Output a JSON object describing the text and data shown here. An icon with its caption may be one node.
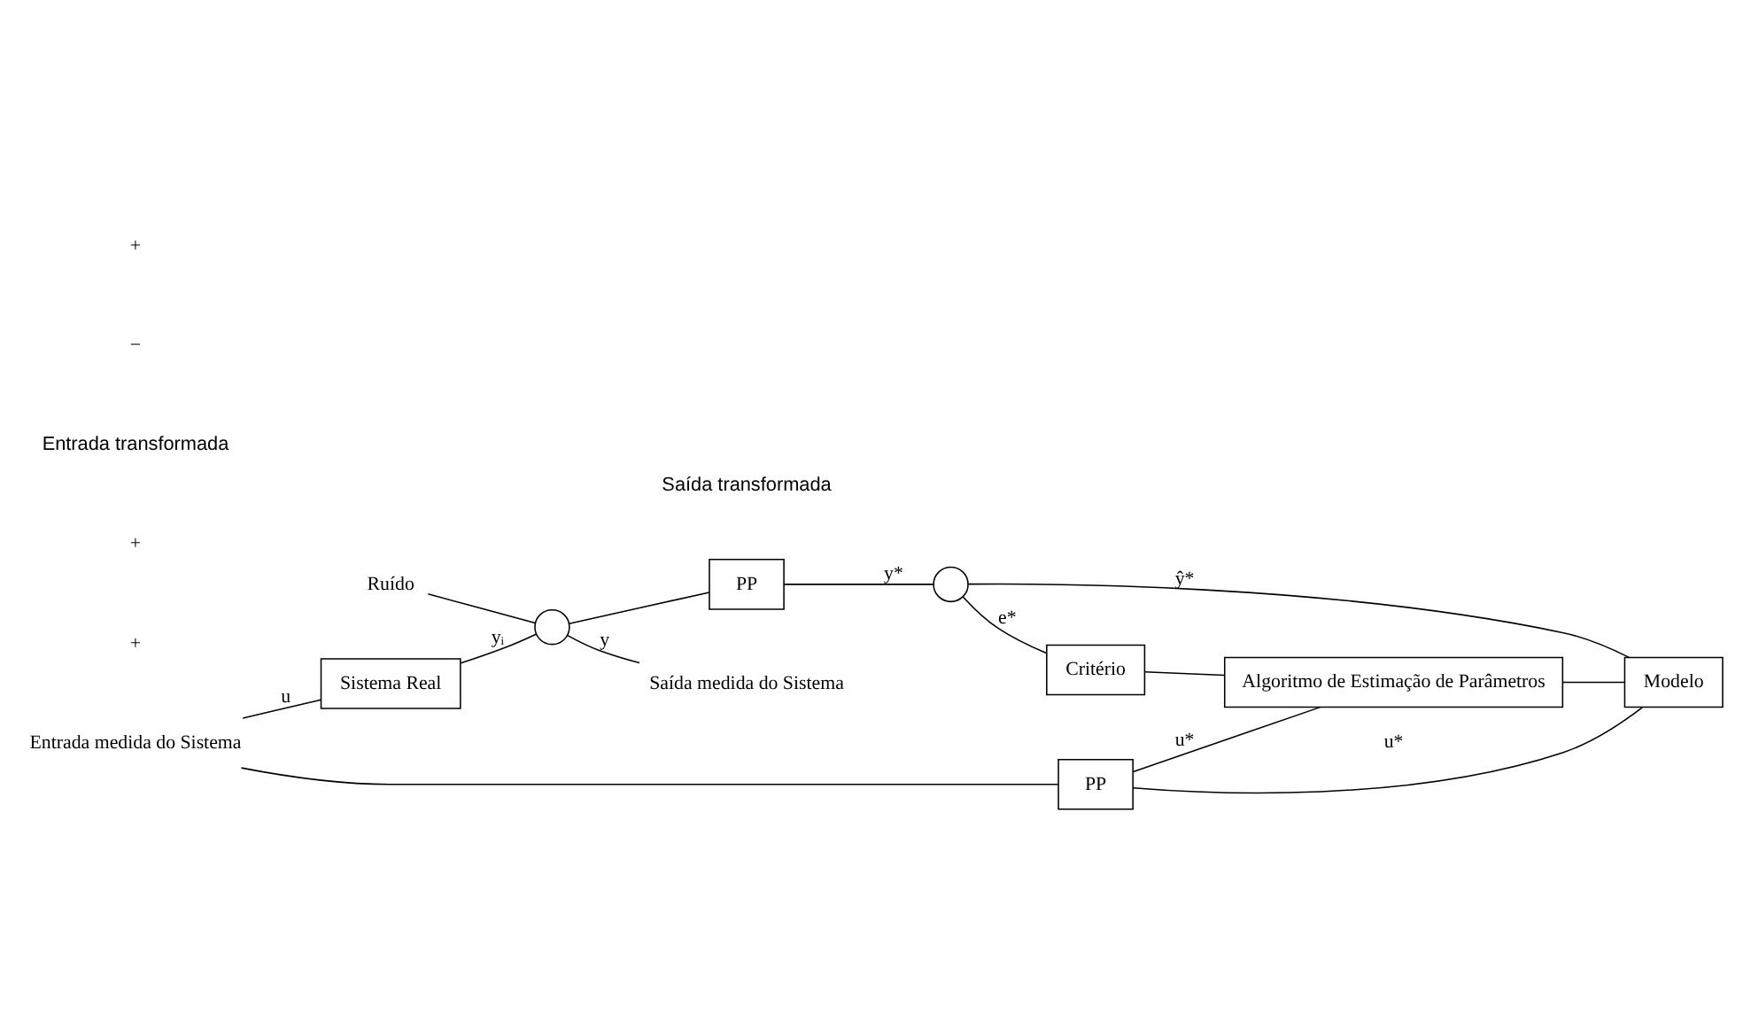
{
  "diagram": {
    "nodes": [
      {
        "text": [
          "Entrada medida do Sistema"
        ]
      },
      {
        "text": [
          "Sistema Real"
        ]
      },
      {
        "text": [
          "Ruído"
        ]
      },
      {
        "text": [],
        "shape": "circle"
      },
      {
        "text": [
          "Saída medida do Sistema"
        ]
      },
      {
        "text": [
          "PP"
        ]
      },
      {
        "text": [
          "PP"
        ]
      },
      {
        "text": [
          "Modelo"
        ]
      },
      {
        "text": [],
        "shape": "circle"
      },
      {
        "text": [
          "Algoritmo de Estimação de Parâmetros"
        ]
      },
      {
        "text": [
          "Critério"
        ]
      }
    ],
    "edges": [
      {
        "from": 0,
        "to": 1,
        "arrow": "none",
        "label": "u"
      },
      {
        "from": 0,
        "to": 5,
        "arrow": "none"
      },
      {
        "from": 1,
        "to": 3,
        "arrow": "none",
        "label": "yᵢ"
      },
      {
        "from": 2,
        "to": 3,
        "arrow": "none"
      },
      {
        "from": 3,
        "to": 4,
        "arrow": "none",
        "label": "y"
      },
      {
        "from": 3,
        "to": 6,
        "arrow": "none"
      },
      {
        "from": 5,
        "to": 7,
        "arrow": "none",
        "label": "u*"
      },
      {
        "from": 5,
        "to": 9,
        "arrow": "none",
        "label": "u*"
      },
      {
        "from": 7,
        "to": 8,
        "arrow": "none",
        "label": "ŷ*"
      },
      {
        "from": 6,
        "to": 8,
        "arrow": "none",
        "label": "y*"
      },
      {
        "from": 8,
        "to": 10,
        "arrow": "none",
        "label": "e*"
      },
      {
        "from": 10,
        "to": 9,
        "arrow": "none"
      },
      {
        "from": 9,
        "to": 7,
        "arrow": "none"
      }
    ],
    "labels": [
      "+",
      "+",
      "Entrada transformada",
      "Saída transformada",
      "−",
      "+"
    ]
  }
}
